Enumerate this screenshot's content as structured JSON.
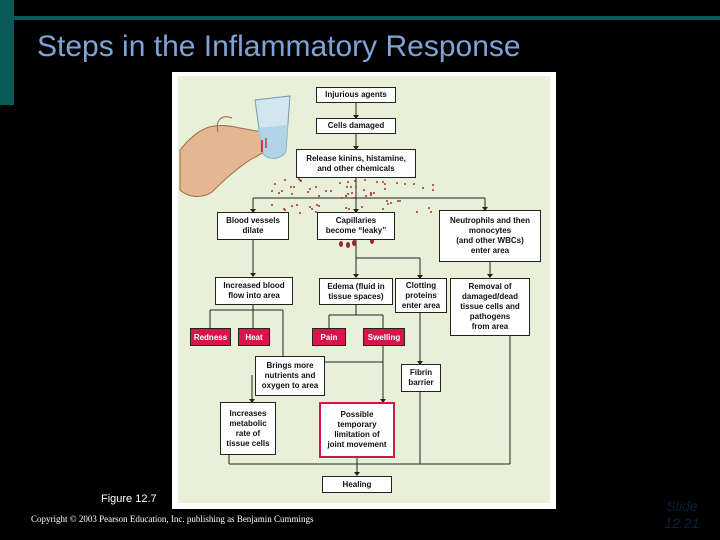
{
  "title": "Steps in the Inflammatory Response",
  "figure": {
    "caption": "Figure 12.7",
    "boxes": {
      "injurious_agents": "Injurious agents",
      "cells_damaged": "Cells damaged",
      "release_chemicals": "Release kinins, histamine,\nand other chemicals",
      "vessels_dilate": "Blood vessels\ndilate",
      "capillaries_leaky": "Capillaries\nbecome “leaky”",
      "neutrophils": "Neutrophils and then\nmonocytes\n(and other WBCs)\nenter area",
      "increased_flow": "Increased blood\nflow into area",
      "edema": "Edema (fluid in\ntissue spaces)",
      "clotting": "Clotting\nproteins\nenter area",
      "removal": "Removal of\ndamaged/dead\ntissue cells and\npathogens\nfrom area",
      "redness": "Redness",
      "heat": "Heat",
      "pain": "Pain",
      "swelling": "Swelling",
      "nutrients": "Brings more\nnutrients and\noxygen to area",
      "fibrin": "Fibrin\nbarrier",
      "metabolic": "Increases\nmetabolic\nrate of\ntissue cells",
      "limitation": "Possible\ntemporary\nlimitation of\njoint movement",
      "healing": "Healing"
    }
  },
  "copyright": "Copyright © 2003 Pearson Education, Inc. publishing as Benjamin Cummings",
  "slide_label": "Slide",
  "slide_number": "12.21"
}
